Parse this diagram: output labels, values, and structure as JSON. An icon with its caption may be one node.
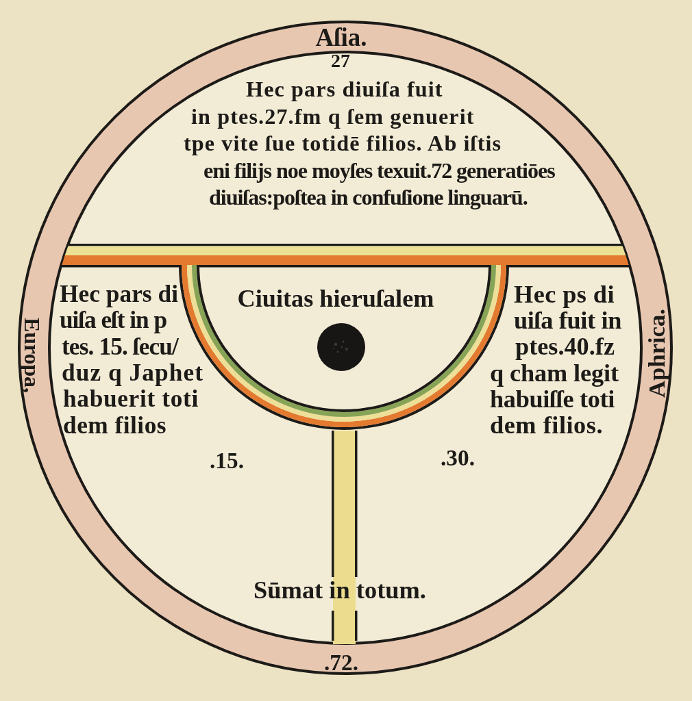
{
  "diagram": {
    "nodes": [
      {
        "text": [
          "Aſia.",
          "Europa,",
          "Aphrica.",
          ".72."
        ]
      },
      {
        "text": [
          "Ciuitas hieruſalem"
        ],
        "in": 0
      }
    ],
    "labels": [
      "27",
      "Hec pars diuiſa fuit in ptes.27.fm q ſem genuerit tpe vite ſue totidē filios. Ab iſtis eni filijs noe moyſes texuit.72 generatiōes diuiſas:poſtea in confuſione linguarū.",
      "Hec pars di uiſa eſt in p tes. 15. ſecu/ duz q Japhet habuerit toti dem filios",
      "Hec ps di uiſa fuit in ptes.40.fz q cham legit habuiſſe toti dem filios.",
      ".15.",
      ".30.",
      "Sūmat in totum."
    ]
  }
}
